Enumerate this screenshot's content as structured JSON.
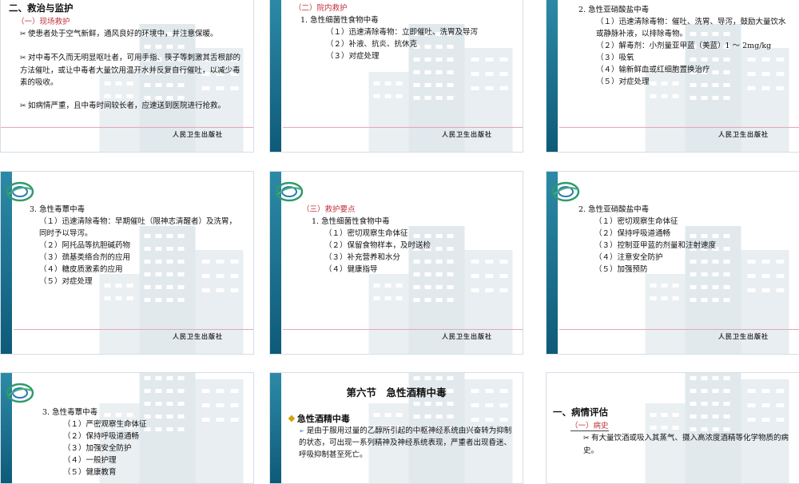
{
  "footer_text": "人民卫生出版社",
  "slides": {
    "s1": {
      "heading": "二、救治与监护",
      "section": "（一）现场救护",
      "items": [
        "使患者处于空气新鲜，通风良好的环境中，并注意保暖。",
        "对中毒不久而无明显呕吐者，可用手指、筷子等刺激其舌根部的方法催吐，或让中毒者大量饮用温开水并反复自行催吐，以减少毒素的吸收。",
        "如病情严重，且中毒时间较长者，应速送到医院进行抢救。"
      ]
    },
    "s2": {
      "section": "（二）院内救护",
      "subheading": "1. 急性细菌性食物中毒",
      "items": [
        "（１）迅速清除毒物：立即催吐、洗胃及导泻",
        "（２）补液、抗炎、抗休克",
        "（３）对症处理"
      ]
    },
    "s3": {
      "subheading": "2. 急性亚硝酸盐中毒",
      "items": [
        "（１）迅速清除毒物：催吐、洗胃、导泻，鼓励大量饮水或静脉补液，以排除毒物。",
        "（２）解毒剂：小剂量亚甲蓝（美蓝）1 ～ 2mg/kg",
        "（３）吸氧",
        "（４）输新鲜血或红细胞置换治疗",
        "（５）对症处理"
      ]
    },
    "s4": {
      "subheading": "3. 急性毒蕈中毒",
      "items": [
        "（１）迅速清除毒物：早期催吐（限神志清醒者）及洗胃，同时予以导泻。",
        "（２）阿托品等抗胆碱药物",
        "（３）巯基类络合剂的应用",
        "（４）糖皮质激素的应用",
        "（５）对症处理"
      ]
    },
    "s5": {
      "section": "（三）救护要点",
      "subheading": "1. 急性细菌性食物中毒",
      "items": [
        "（１）密切观察生命体征",
        "（２）保留食物样本，及时送检",
        "（３）补充营养和水分",
        "（４）健康指导"
      ]
    },
    "s6": {
      "subheading": "2. 急性亚硝酸盐中毒",
      "items": [
        "（１）密切观察生命体征",
        "（２）保持呼吸道通畅",
        "（３）控制亚甲蓝的剂量和注射速度",
        "（４）注意安全防护",
        "（５）加强预防"
      ]
    },
    "s7": {
      "subheading": "3. 急性毒蕈中毒",
      "items": [
        "（１）严密观察生命体征",
        "（２）保持呼吸道通畅",
        "（３）加强安全防护",
        "（４）一般护理",
        "（５）健康教育"
      ]
    },
    "s8": {
      "title": "第六节　急性酒精中毒",
      "bullet_head": "急性酒精中毒",
      "body": "是由于服用过量的乙醇所引起的中枢神经系统由兴奋转为抑制的状态，可出现一系列精神及神经系统表现，严重者出现昏迷、呼吸抑制甚至死亡。"
    },
    "s9": {
      "heading": "一、病情评估",
      "section": "（一）病史",
      "body": "有大量饮酒或吸入其蒸气、摄入高浓度酒精等化学物质的病史。"
    }
  },
  "colors": {
    "accent_red": "#c0303a",
    "side_bar": "#1f7595",
    "bullet_gold": "#d4a100"
  }
}
